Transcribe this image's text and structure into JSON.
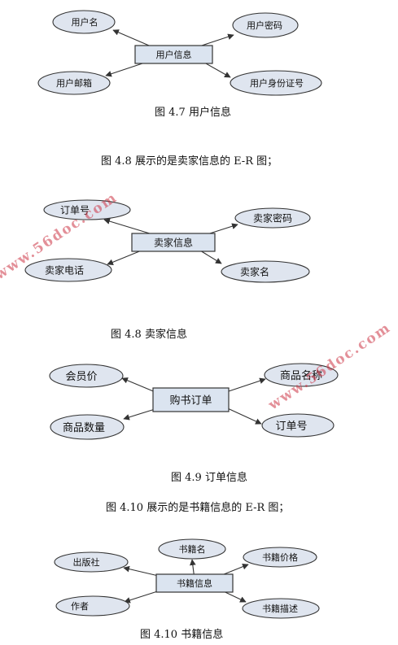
{
  "diagrams": [
    {
      "entity": "用户信息",
      "attributes": [
        "用户名",
        "用户密码",
        "用户邮箱",
        "用户身份证号"
      ],
      "caption": "图 4.7 用户信息"
    },
    {
      "intro": "图 4.8 展示的是卖家信息的 E-R 图；",
      "entity": "卖家信息",
      "attributes": [
        "订单号",
        "卖家密码",
        "卖家电话",
        "卖家名"
      ],
      "caption": "图 4.8 卖家信息"
    },
    {
      "entity": "购书订单",
      "attributes": [
        "会员价",
        "商品名称",
        "商品数量",
        "订单号"
      ],
      "caption": "图  4.9 订单信息"
    },
    {
      "intro": "图 4.10 展示的是书籍信息的 E-R 图；",
      "entity": "书籍信息",
      "attributes": [
        "书籍名",
        "出版社",
        "书籍价格",
        "作者",
        "书籍描述"
      ],
      "caption": "图 4.10 书籍信息"
    }
  ],
  "watermark": "www.56doc.com",
  "colors": {
    "entity_fill": "#dbe4f0",
    "attribute_fill": "#dfe5ef",
    "stroke": "#333333",
    "watermark": "#cc3344"
  }
}
